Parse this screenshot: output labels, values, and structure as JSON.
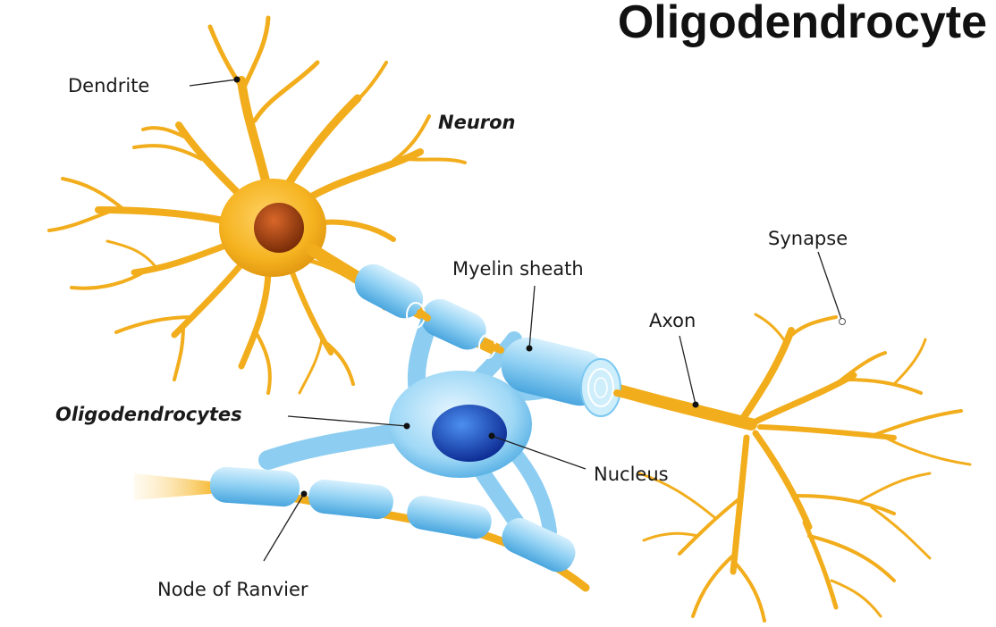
{
  "title": "Oligodendrocyte",
  "labels": {
    "dendrite": "Dendrite",
    "neuron": "Neuron",
    "synapse": "Synapse",
    "myelin_sheath": "Myelin sheath",
    "axon": "Axon",
    "oligodendrocytes": "Oligodendrocytes",
    "nucleus": "Nucleus",
    "node_of_ranvier": "Node of Ranvier"
  },
  "colors": {
    "neuron_orange": "#f5b320",
    "neuron_dark": "#e39a12",
    "soma_nucleus": "#a0400f",
    "myelin_light": "#bfe6fa",
    "myelin_mid": "#7cc9f0",
    "myelin_dark": "#3ea0dc",
    "olig_nucleus": "#1a4fc2"
  }
}
